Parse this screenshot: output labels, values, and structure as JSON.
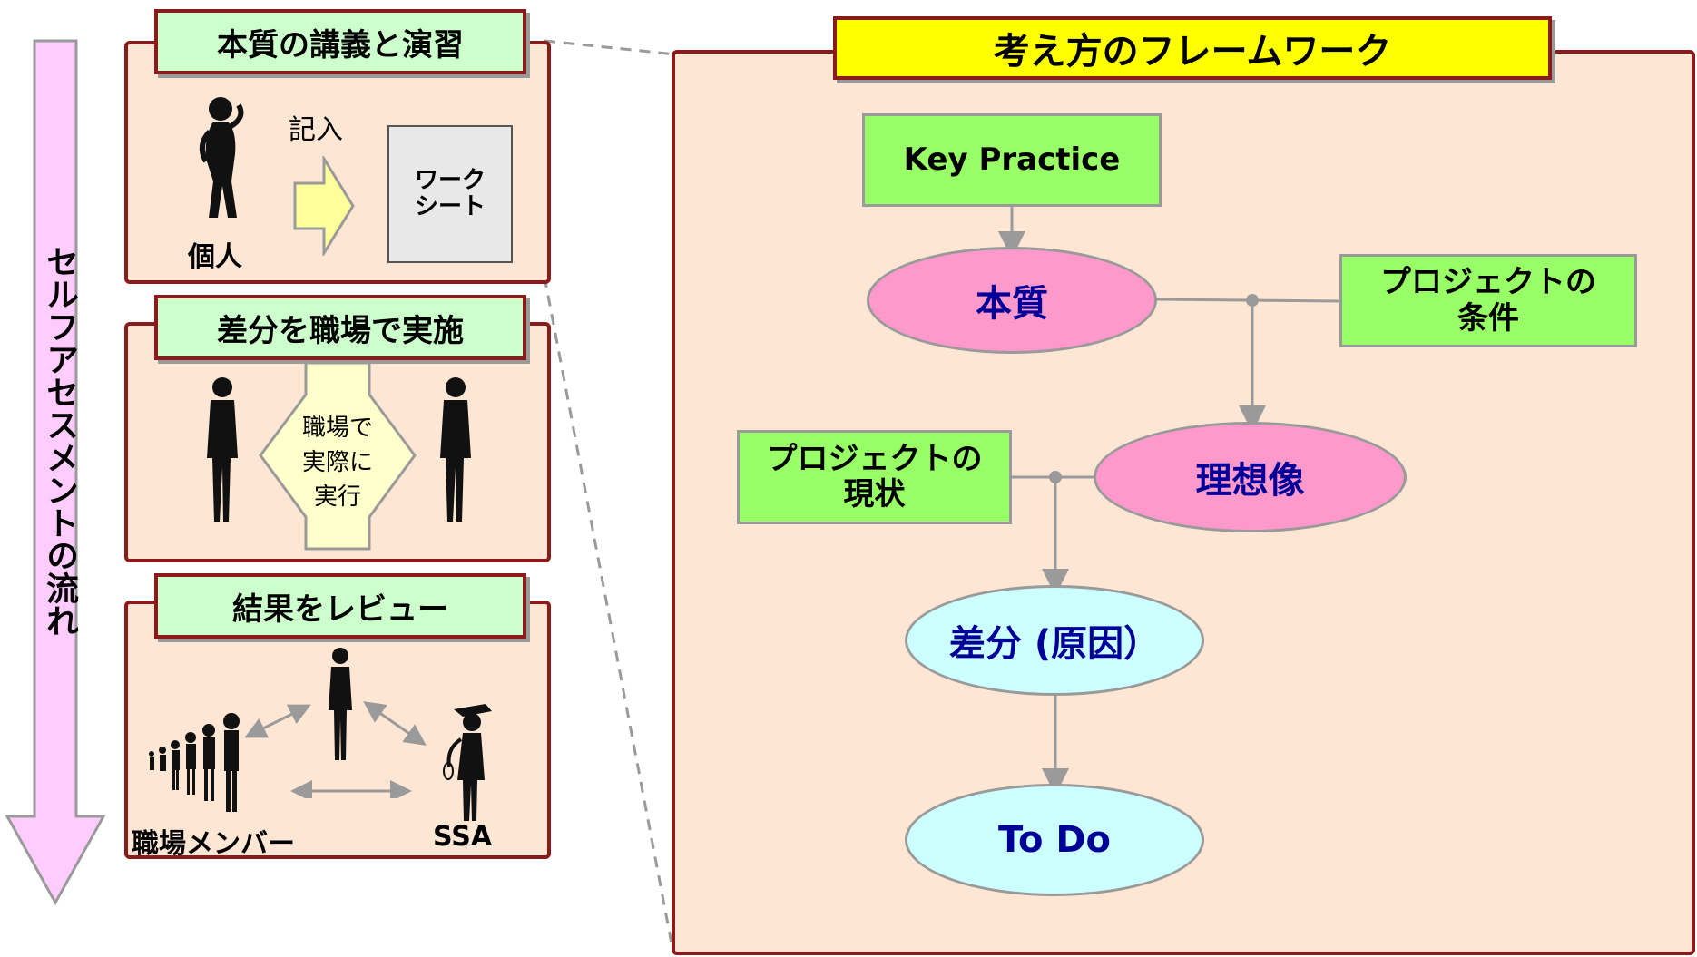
{
  "flow": {
    "label": "セルフアセスメントの流れ",
    "color": "#ffccff"
  },
  "steps": [
    {
      "title": "本質の講義と演習",
      "action_label": "記入",
      "person_label": "個人",
      "worksheet": "ワーク\nシート"
    },
    {
      "title": "差分を職場で実施",
      "center_text": "職場で\n実際に\n実行"
    },
    {
      "title": "結果をレビュー",
      "members_label": "職場メンバー",
      "ssa_label": "SSA"
    }
  ],
  "framework": {
    "title": "考え方のフレームワーク",
    "key_practice": "Key Practice",
    "essence": "本質",
    "project_conditions": "プロジェクトの\n条件",
    "ideal": "理想像",
    "project_status": "プロジェクトの\n現状",
    "gap": "差分 (原因）",
    "todo": "To Do"
  },
  "colors": {
    "panel_border": "#8b1a1a",
    "panel_fill": "#fde6d4",
    "tab_fill": "#ccffcc",
    "box_fill": "#99ff66",
    "pink_ellipse": "#ff99cc",
    "cyan_ellipse": "#ccffff",
    "title_fill": "#ffff00",
    "ellipse_text": "#000099"
  }
}
